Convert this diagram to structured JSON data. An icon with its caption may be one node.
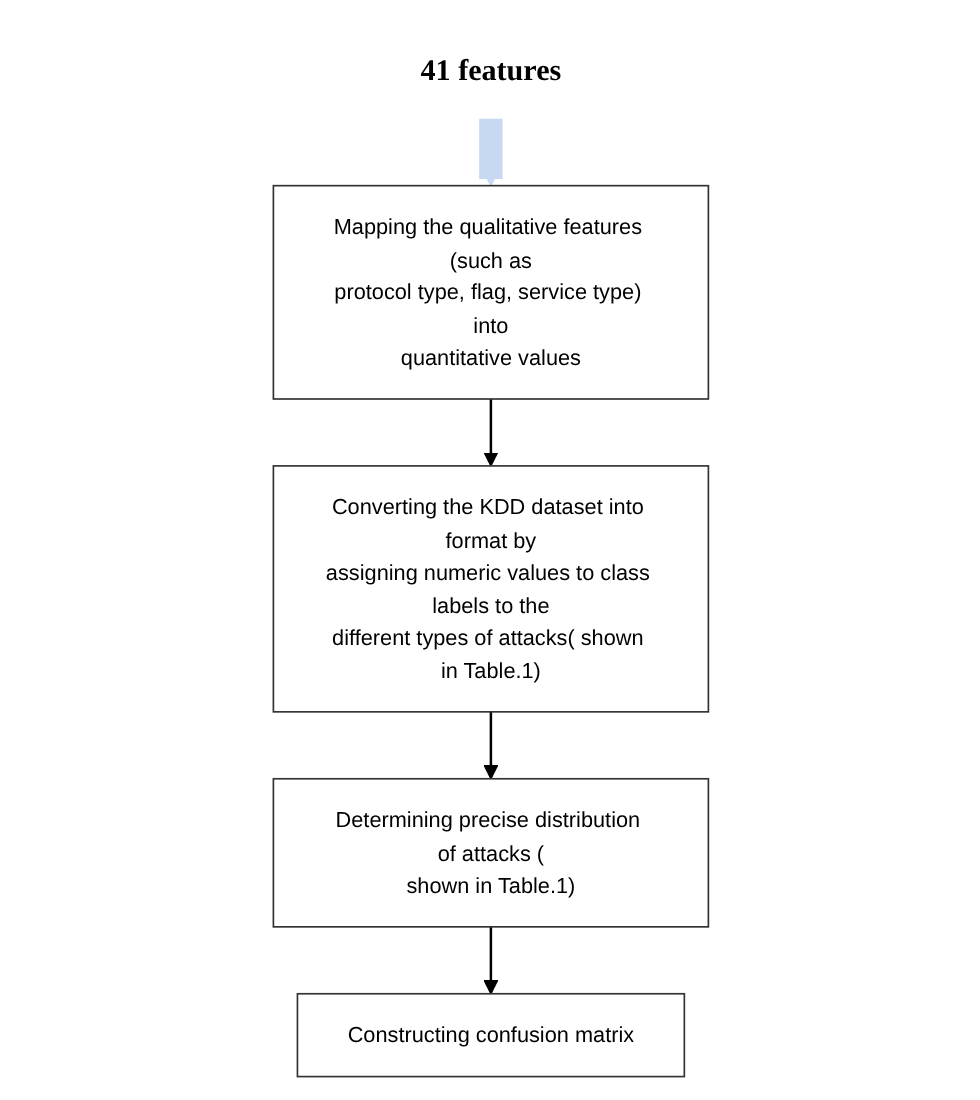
{
  "diagram": {
    "nodes": [
      {
        "text": [
          "41 features"
        ]
      },
      {
        "text": [
          "Mapping the qualitative features (such as protocol type, flag, service type) into quantitative values"
        ]
      },
      {
        "text": [
          "Converting the KDD dataset into format by assigning numeric values to class labels to the different types of attacks( shown in Table.1)"
        ]
      },
      {
        "text": [
          "Determining precise distribution of attacks ( shown in Table.1)"
        ]
      },
      {
        "text": [
          "Constructing confusion matrix"
        ]
      }
    ],
    "edges": [
      {
        "from": 0,
        "to": 1,
        "arrow": "to",
        "style": "thick",
        "color": "#c6d9f1"
      },
      {
        "from": 1,
        "to": 2,
        "arrow": "to"
      },
      {
        "from": 2,
        "to": 3,
        "arrow": "to"
      },
      {
        "from": 3,
        "to": 4,
        "arrow": "to"
      }
    ]
  }
}
